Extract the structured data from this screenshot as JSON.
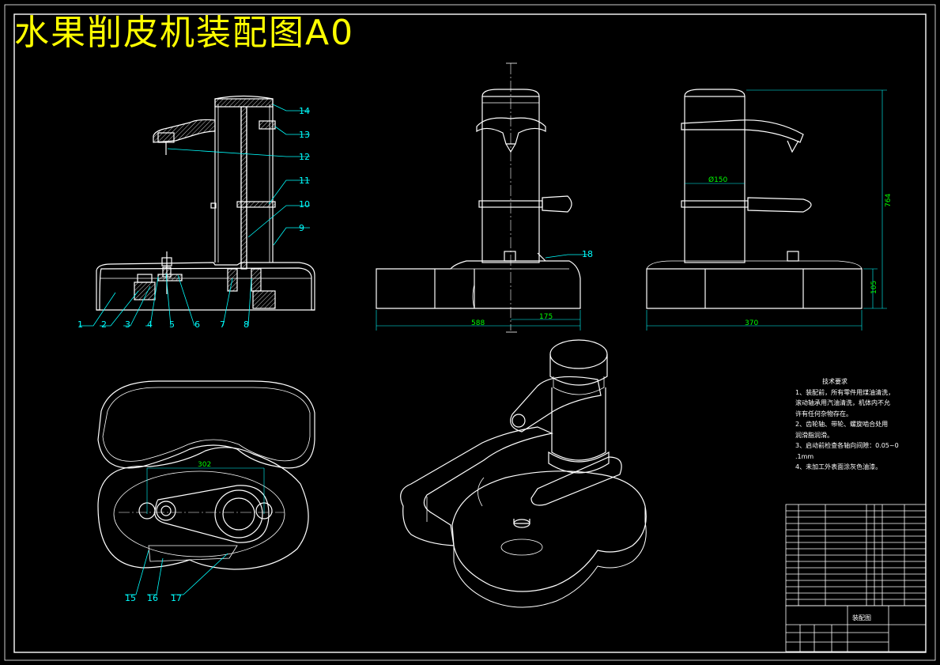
{
  "title": "水果削皮机装配图A0",
  "colors": {
    "background": "#000000",
    "line": "#ffffff",
    "title": "#ffff00",
    "leader": "#00ffff",
    "dimension": "#00ff00"
  },
  "part_numbers_left": [
    "1",
    "2",
    "3",
    "4",
    "5",
    "6",
    "7",
    "8",
    "9",
    "10",
    "11",
    "12",
    "13",
    "14"
  ],
  "part_numbers_front": [
    "18"
  ],
  "part_numbers_plan": [
    "15",
    "16",
    "17"
  ],
  "dimensions": {
    "front_width": "588",
    "front_offset": "175",
    "side_width": "370",
    "side_height": "764",
    "side_base": "105",
    "column_dia": "Ø150",
    "plan_span": "302"
  },
  "technical_requirements": {
    "heading": "技术要求",
    "lines": [
      "1、装配前，所有零件用煤油清洗，",
      "滚动轴承用汽油清洗，机体内不允",
      "许有任何杂物存在。",
      "2、齿轮轴、带轮、螺旋啮合处用",
      "润滑脂润滑。",
      "3、启动前检查各轴向间隙：0.05~0",
      ".1mm",
      "4、未加工外表面涂灰色油漆。"
    ]
  },
  "title_block": {
    "drawing_name": "装配图"
  }
}
